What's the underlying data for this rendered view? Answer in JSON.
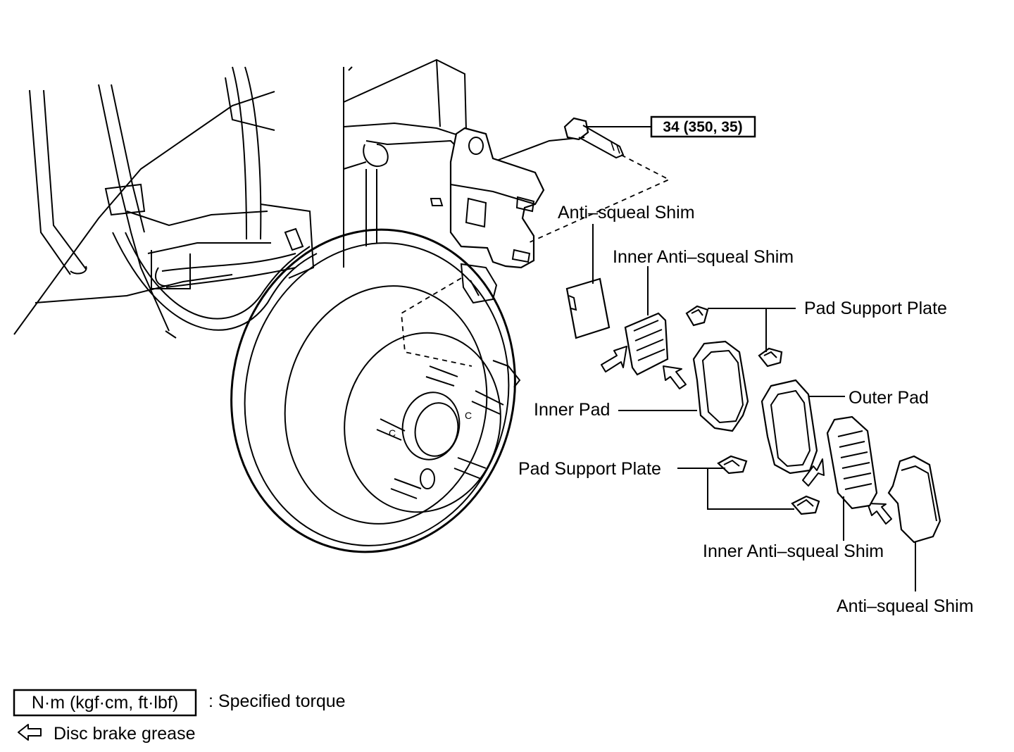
{
  "torque_spec": "34 (350, 35)",
  "labels": {
    "anti_squeal_shim_top": "Anti–squeal Shim",
    "inner_anti_squeal_shim_top": "Inner Anti–squeal Shim",
    "pad_support_plate_top": "Pad Support Plate",
    "outer_pad": "Outer Pad",
    "inner_pad": "Inner Pad",
    "pad_support_plate_bottom": "Pad Support Plate",
    "inner_anti_squeal_shim_bottom": "Inner Anti–squeal Shim",
    "anti_squeal_shim_bottom": "Anti–squeal Shim"
  },
  "legend": {
    "torque_unit": "N·m (kgf·cm, ft·lbf)",
    "torque_desc": ": Specified torque",
    "grease_desc": "Disc brake grease"
  },
  "colors": {
    "ink": "#000000",
    "paper": "#ffffff"
  },
  "icons": [
    "grease-arrow-icon"
  ]
}
